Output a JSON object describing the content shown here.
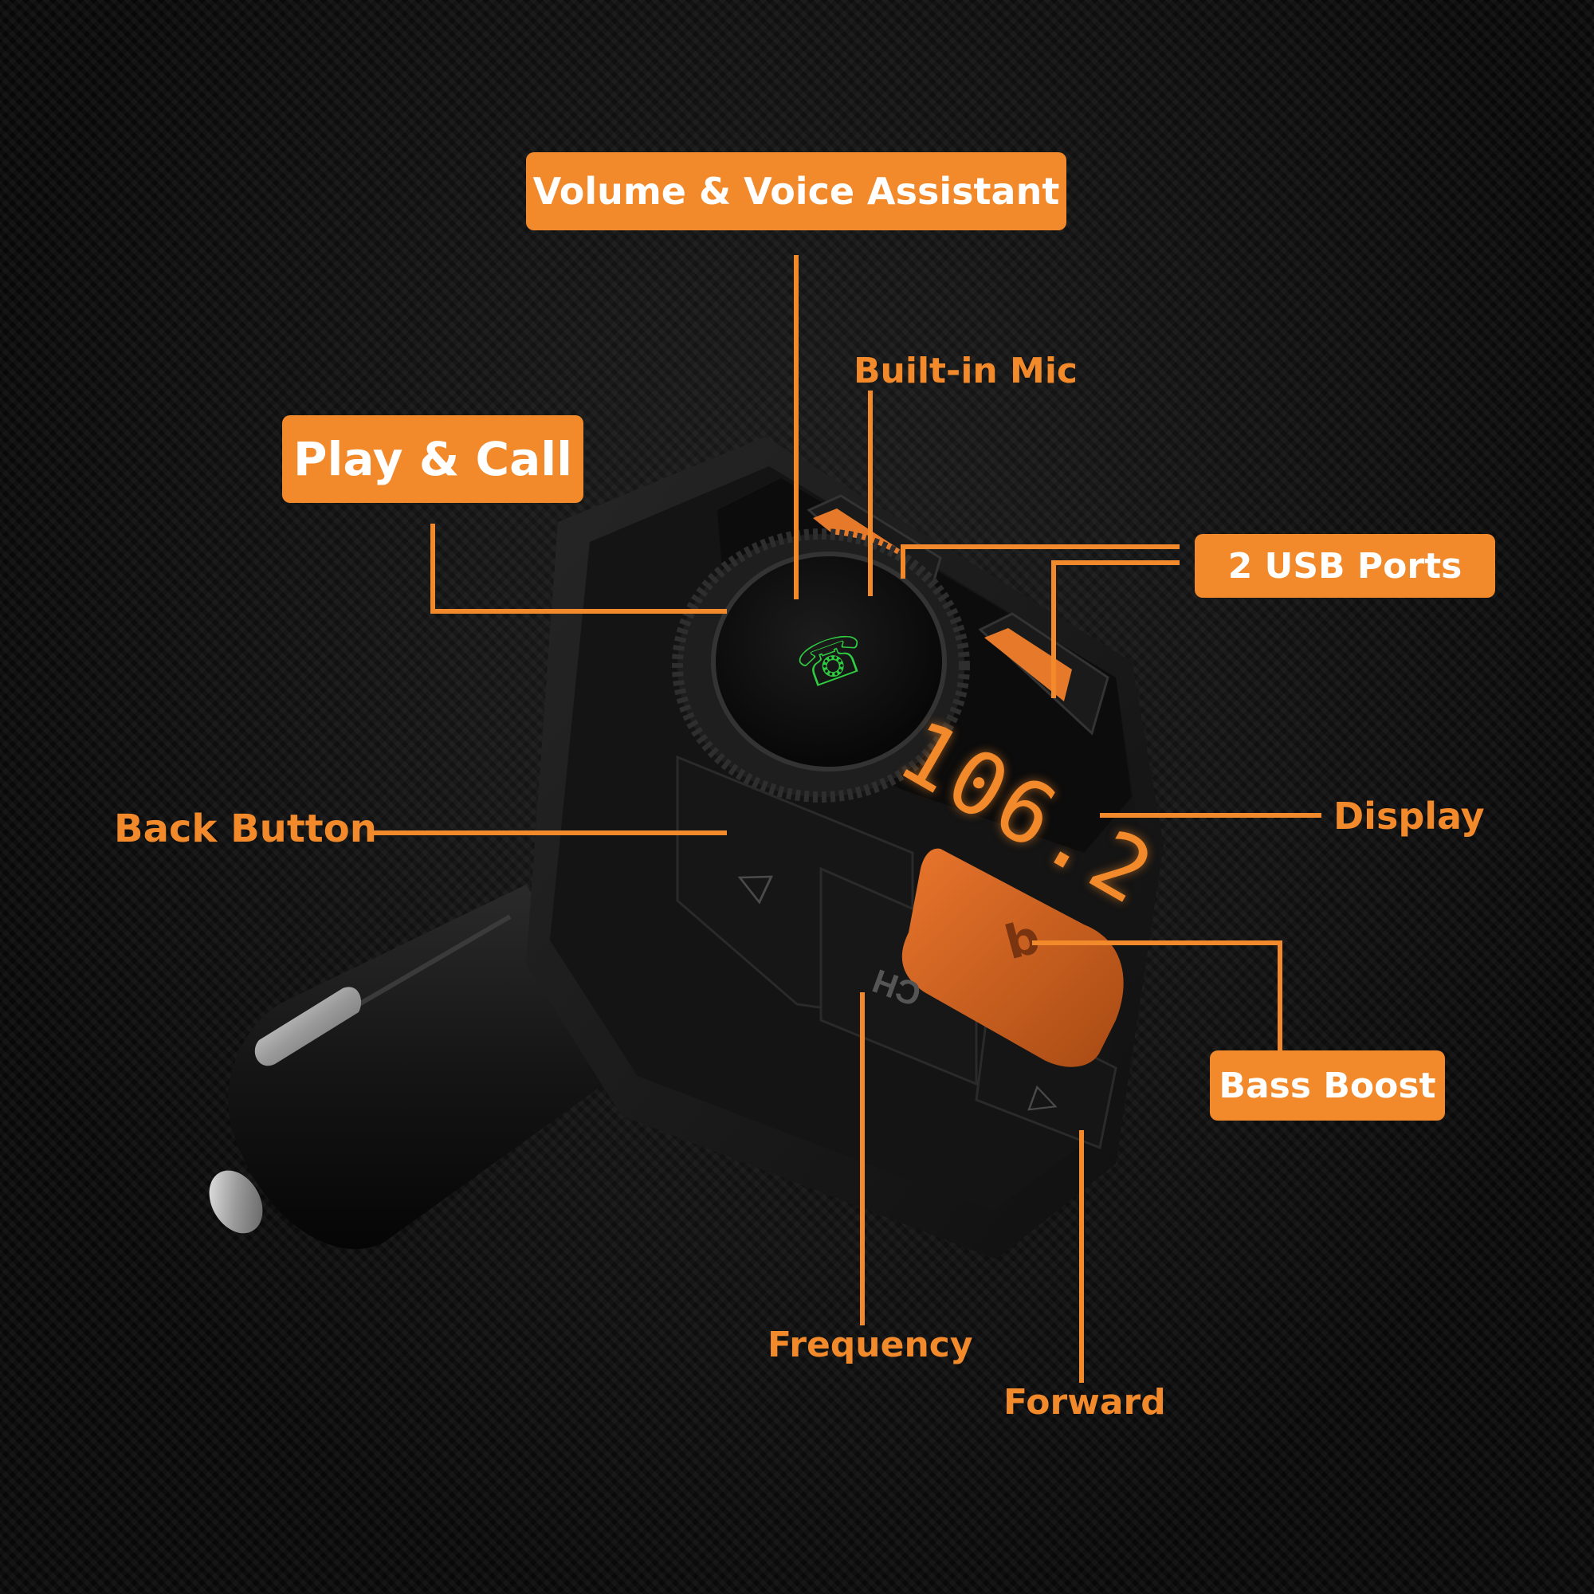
{
  "accent_color": "#f2892a",
  "callouts": {
    "volume_voice": "Volume & Voice Assistant",
    "play_call": "Play & Call",
    "builtin_mic": "Built-in Mic",
    "usb_ports": "2 USB Ports",
    "back_button": "Back Button",
    "display": "Display",
    "bass_boost": "Bass Boost",
    "frequency": "Frequency",
    "forward": "Forward"
  },
  "device": {
    "display_reading": "106.2",
    "channel_label": "CH",
    "bass_button_glyph": "b",
    "back_glyph": "◁",
    "forward_glyph": "▷",
    "knob_icon": "phone-call-icon"
  }
}
